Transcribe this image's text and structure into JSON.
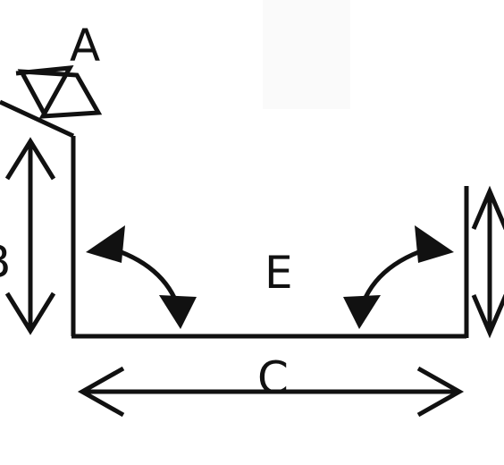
{
  "labels": {
    "a": "A",
    "b": "B",
    "c": "C",
    "e": "E"
  },
  "colors": {
    "stroke": "#111111",
    "background": "#ffffff"
  }
}
